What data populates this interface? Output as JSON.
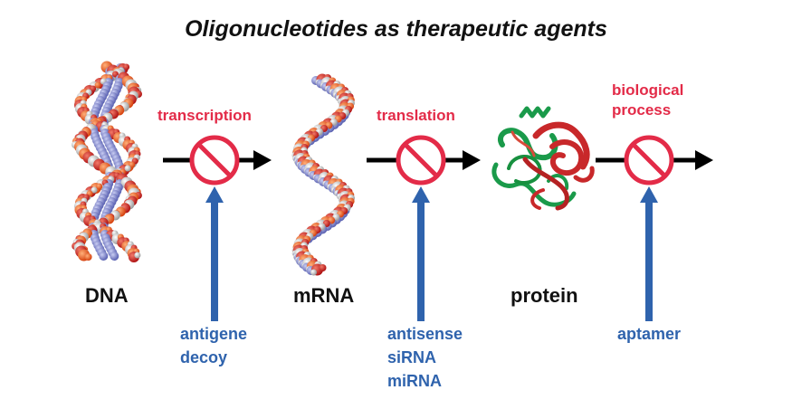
{
  "title": "Oligonucleotides as therapeutic agents",
  "molecules": {
    "dna": "DNA",
    "mrna": "mRNA",
    "protein": "protein"
  },
  "processes": {
    "transcription": "transcription",
    "translation": "translation",
    "biological_line1": "biological",
    "biological_line2": "process"
  },
  "inhibitors": {
    "antigene": "antigene",
    "decoy": "decoy",
    "antisense": "antisense",
    "sirna": "siRNA",
    "mirna": "miRNA",
    "aptamer": "aptamer"
  },
  "colors": {
    "process_red": "#e32b48",
    "inhibitor_blue": "#2f63ad",
    "protein_red": "#c8282a",
    "protein_green": "#1a9a4a"
  }
}
